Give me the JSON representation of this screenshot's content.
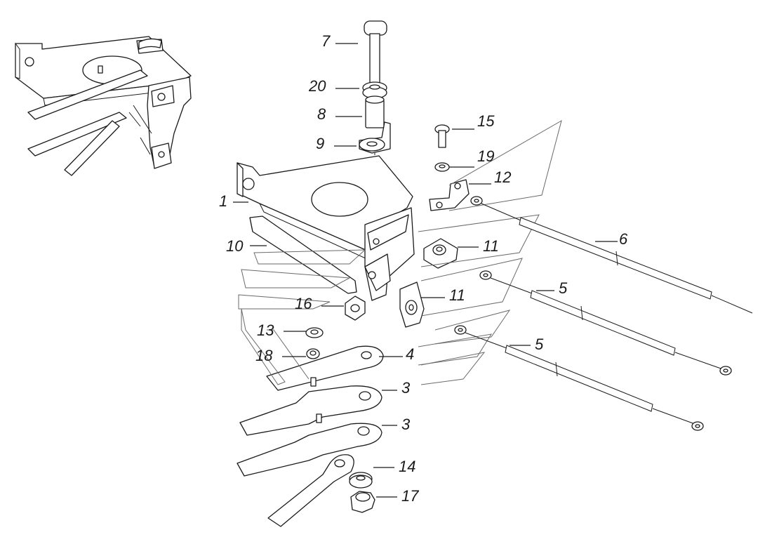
{
  "diagram": {
    "callouts": [
      {
        "id": "c7",
        "text": "7"
      },
      {
        "id": "c20",
        "text": "20"
      },
      {
        "id": "c8",
        "text": "8"
      },
      {
        "id": "c9",
        "text": "9"
      },
      {
        "id": "c15",
        "text": "15"
      },
      {
        "id": "c19",
        "text": "19"
      },
      {
        "id": "c12",
        "text": "12"
      },
      {
        "id": "c1",
        "text": "1"
      },
      {
        "id": "c6",
        "text": "6"
      },
      {
        "id": "c10",
        "text": "10"
      },
      {
        "id": "c11a",
        "text": "11"
      },
      {
        "id": "c5a",
        "text": "5"
      },
      {
        "id": "c16",
        "text": "16"
      },
      {
        "id": "c11b",
        "text": "11"
      },
      {
        "id": "c13",
        "text": "13"
      },
      {
        "id": "c4",
        "text": "4"
      },
      {
        "id": "c5b",
        "text": "5"
      },
      {
        "id": "c18",
        "text": "18"
      },
      {
        "id": "c3a",
        "text": "3"
      },
      {
        "id": "c3b",
        "text": "3"
      },
      {
        "id": "c14",
        "text": "14"
      },
      {
        "id": "c17",
        "text": "17"
      }
    ]
  }
}
